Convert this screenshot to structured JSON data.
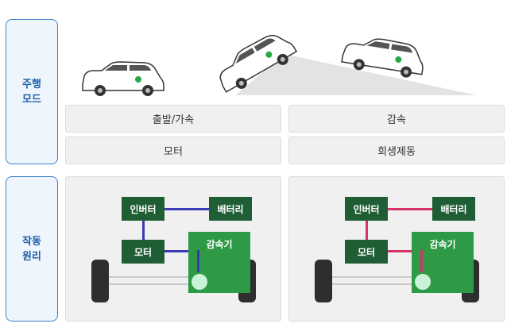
{
  "labels": {
    "driving_mode": "주행\n모드",
    "principle": "작동\n원리"
  },
  "modes": [
    {
      "phase": "출발/가속",
      "source": "모터"
    },
    {
      "phase": "감속",
      "source": "회생제동"
    }
  ],
  "diagrams": [
    {
      "inverter": "인버터",
      "battery": "배터리",
      "motor": "모터",
      "gearbox": "감속기",
      "wire_color": "#3b3bb8"
    },
    {
      "inverter": "인버터",
      "battery": "배터리",
      "motor": "모터",
      "gearbox": "감속기",
      "wire_color": "#d6336c"
    }
  ],
  "colors": {
    "accent_blue": "#1f5fa8",
    "module_dark_green": "#1f5e34",
    "module_green": "#2e9a45",
    "car_body": "#ffffff",
    "car_badge": "#27a844"
  }
}
